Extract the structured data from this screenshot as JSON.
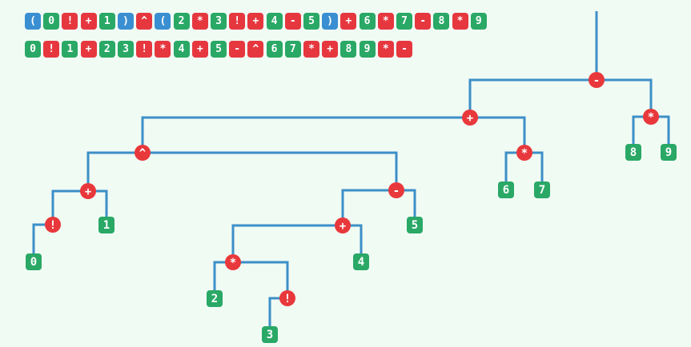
{
  "infix": [
    "(",
    "0",
    "!",
    "+",
    "1",
    ")",
    "^",
    "(",
    "2",
    "*",
    "3",
    "!",
    "+",
    "4",
    "-",
    "5",
    ")",
    "+",
    "6",
    "*",
    "7",
    "-",
    "8",
    "*",
    "9"
  ],
  "postfix": [
    "0",
    "!",
    "1",
    "+",
    "2",
    "3",
    "!",
    "*",
    "4",
    "+",
    "5",
    "-",
    "^",
    "6",
    "7",
    "*",
    "+",
    "8",
    "9",
    "*",
    "-"
  ],
  "colors": {
    "operator": "#e6373f",
    "operand": "#2aa866",
    "paren": "#3a8fd2",
    "edge": "#3d8fc7",
    "background": "#f0fbf4"
  },
  "tree": {
    "root_label": "-",
    "nodes": [
      {
        "id": "n_minus_root",
        "label": "-",
        "kind": "op"
      },
      {
        "id": "n_plus_top",
        "label": "+",
        "kind": "op"
      },
      {
        "id": "n_mul_89",
        "label": "*",
        "kind": "op"
      },
      {
        "id": "n_8",
        "label": "8",
        "kind": "num"
      },
      {
        "id": "n_9",
        "label": "9",
        "kind": "num"
      },
      {
        "id": "n_pow",
        "label": "^",
        "kind": "op"
      },
      {
        "id": "n_mul_67",
        "label": "*",
        "kind": "op"
      },
      {
        "id": "n_6",
        "label": "6",
        "kind": "num"
      },
      {
        "id": "n_7",
        "label": "7",
        "kind": "num"
      },
      {
        "id": "n_plus_left",
        "label": "+",
        "kind": "op"
      },
      {
        "id": "n_fact_0",
        "label": "!",
        "kind": "op"
      },
      {
        "id": "n_0",
        "label": "0",
        "kind": "num"
      },
      {
        "id": "n_1",
        "label": "1",
        "kind": "num"
      },
      {
        "id": "n_minus_right",
        "label": "-",
        "kind": "op"
      },
      {
        "id": "n_5",
        "label": "5",
        "kind": "num"
      },
      {
        "id": "n_plus_mid",
        "label": "+",
        "kind": "op"
      },
      {
        "id": "n_4",
        "label": "4",
        "kind": "num"
      },
      {
        "id": "n_mul_23",
        "label": "*",
        "kind": "op"
      },
      {
        "id": "n_2",
        "label": "2",
        "kind": "num"
      },
      {
        "id": "n_fact_3",
        "label": "!",
        "kind": "op"
      },
      {
        "id": "n_3",
        "label": "3",
        "kind": "num"
      }
    ]
  }
}
